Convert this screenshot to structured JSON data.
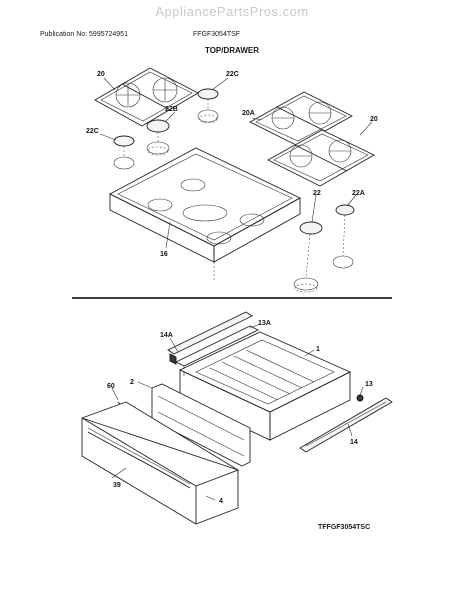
{
  "watermark": "AppliancePartsPros.com",
  "header": {
    "publication": "Publication No: 5995724951",
    "model": "FFGF3054TSF",
    "section_title": "TOP/DRAWER"
  },
  "callouts": {
    "grate_left": "20",
    "grate_right": "20",
    "grate_right_front": "20A",
    "cap_large_left": "22B",
    "cap_small_left": "22C",
    "cap_small_top": "22C",
    "cap_large_right": "22",
    "cap_small_right": "22A",
    "cooktop": "16",
    "drawer_slide_left": "14A",
    "drawer_slide_bracket": "13A",
    "drawer_pan": "1",
    "drawer_frame": "2",
    "screw": "60",
    "roller": "13",
    "drawer_rail": "14",
    "handle": "39",
    "drawer_front": "4"
  },
  "footer_code": "TFFGF3054TSC"
}
